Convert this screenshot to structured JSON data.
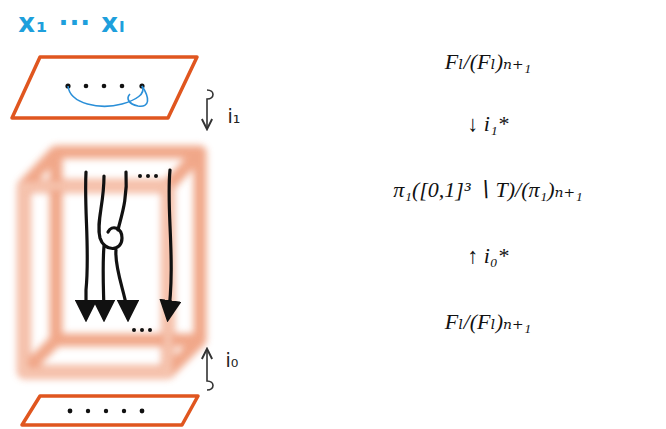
{
  "diagram": {
    "labels": [
      "x₁ ··· xₗ",
      "i₁",
      "i₀",
      "Fₗ/(Fₗ)ₙ₊₁",
      "↓ i₁*",
      "π₁([0,1]³ ∖ T)/(π₁)ₙ₊₁",
      "↑ i₀*",
      "Fₗ/(Fₗ)ₙ₊₁"
    ]
  }
}
